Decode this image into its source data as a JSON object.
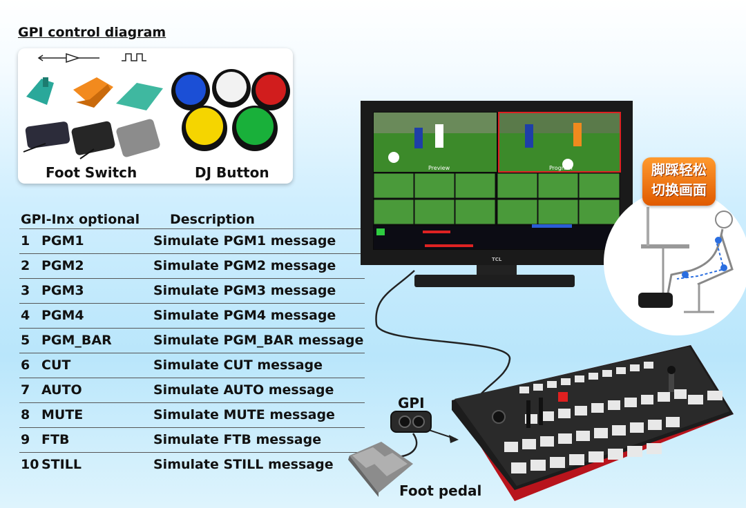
{
  "title": "GPI control diagram",
  "switch_caption": "Foot Switch",
  "button_caption": "DJ Button",
  "table": {
    "col_optional": "GPI-Inx optional",
    "col_description": "Description",
    "rows": [
      {
        "num": "1",
        "name": "PGM1",
        "desc": "Simulate PGM1 message"
      },
      {
        "num": "2",
        "name": "PGM2",
        "desc": "Simulate PGM2 message"
      },
      {
        "num": "3",
        "name": "PGM3",
        "desc": "Simulate PGM3 message"
      },
      {
        "num": "4",
        "name": "PGM4",
        "desc": "Simulate PGM4 message"
      },
      {
        "num": "5",
        "name": "PGM_BAR",
        "desc": "Simulate PGM_BAR message"
      },
      {
        "num": "6",
        "name": "CUT",
        "desc": "Simulate CUT message"
      },
      {
        "num": "7",
        "name": "AUTO",
        "desc": "Simulate AUTO message"
      },
      {
        "num": "8",
        "name": "MUTE",
        "desc": "Simulate MUTE message"
      },
      {
        "num": "9",
        "name": "FTB",
        "desc": "Simulate FTB message"
      },
      {
        "num": "10",
        "name": "STILL",
        "desc": "Simulate STILL message"
      }
    ]
  },
  "gpi_label": "GPI",
  "pedal_label": "Foot pedal",
  "chinese_badge": {
    "line1": "脚踩轻松",
    "line2": "切换画面"
  },
  "monitor_brand": "TCL",
  "monitor_preview": "Preview",
  "monitor_program": "Program",
  "colors": {
    "accent_orange": "#f07a10",
    "monitor_frame": "#1a1a1a",
    "switcher_red": "#c0141c",
    "text": "#111111"
  },
  "dj_button_colors": [
    "#1b4fd6",
    "#f2f2f2",
    "#d11d1d",
    "#f5d500",
    "#19b03a"
  ]
}
